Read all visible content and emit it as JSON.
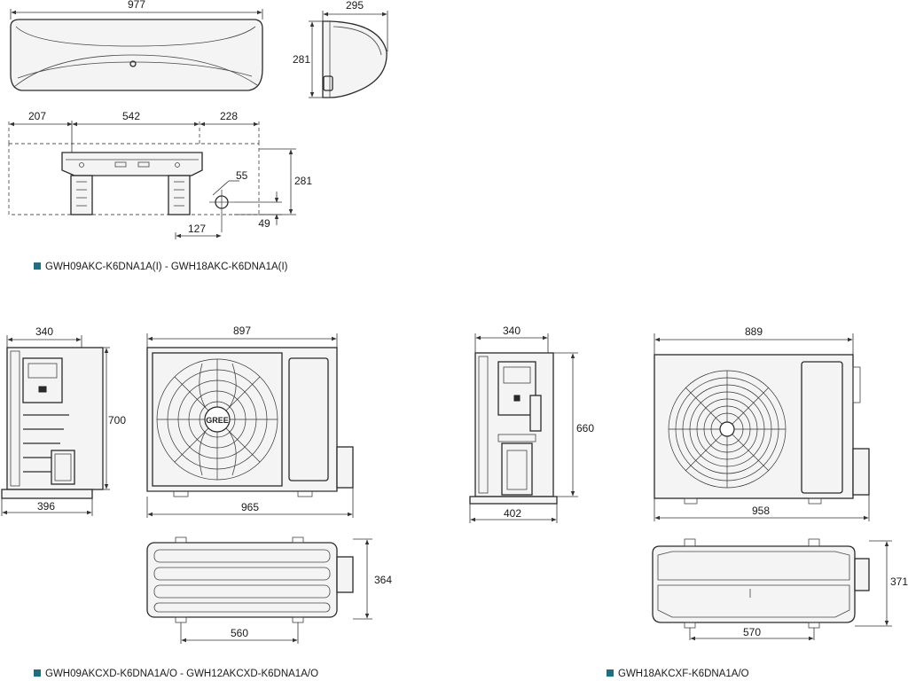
{
  "indoor": {
    "width": "977",
    "depth": "295",
    "height": "281",
    "bracket_left": "207",
    "bracket_mid": "542",
    "bracket_right": "228",
    "bracket_height": "281",
    "pipe_diameter": "55",
    "pipe_offset_x": "127",
    "pipe_offset_y": "49",
    "caption": "GWH09AKC-K6DNA1A(I) - GWH18AKC-K6DNA1A(I)"
  },
  "outdoor_a": {
    "side_depth": "340",
    "side_height": "700",
    "base_width": "396",
    "front_width": "897",
    "front_total": "965",
    "top_depth": "364",
    "top_feet": "560",
    "brand_mark": "GREE",
    "caption": "GWH09AKCXD-K6DNA1A/O  - GWH12AKCXD-K6DNA1A/O"
  },
  "outdoor_b": {
    "side_depth": "340",
    "side_height": "660",
    "base_width": "402",
    "front_width": "889",
    "front_total": "958",
    "top_depth": "371",
    "top_feet": "570",
    "caption": "GWH18AKCXF-K6DNA1A/O"
  },
  "colors": {
    "legend_square": "#1f6f80",
    "line": "#2a2a2a"
  }
}
